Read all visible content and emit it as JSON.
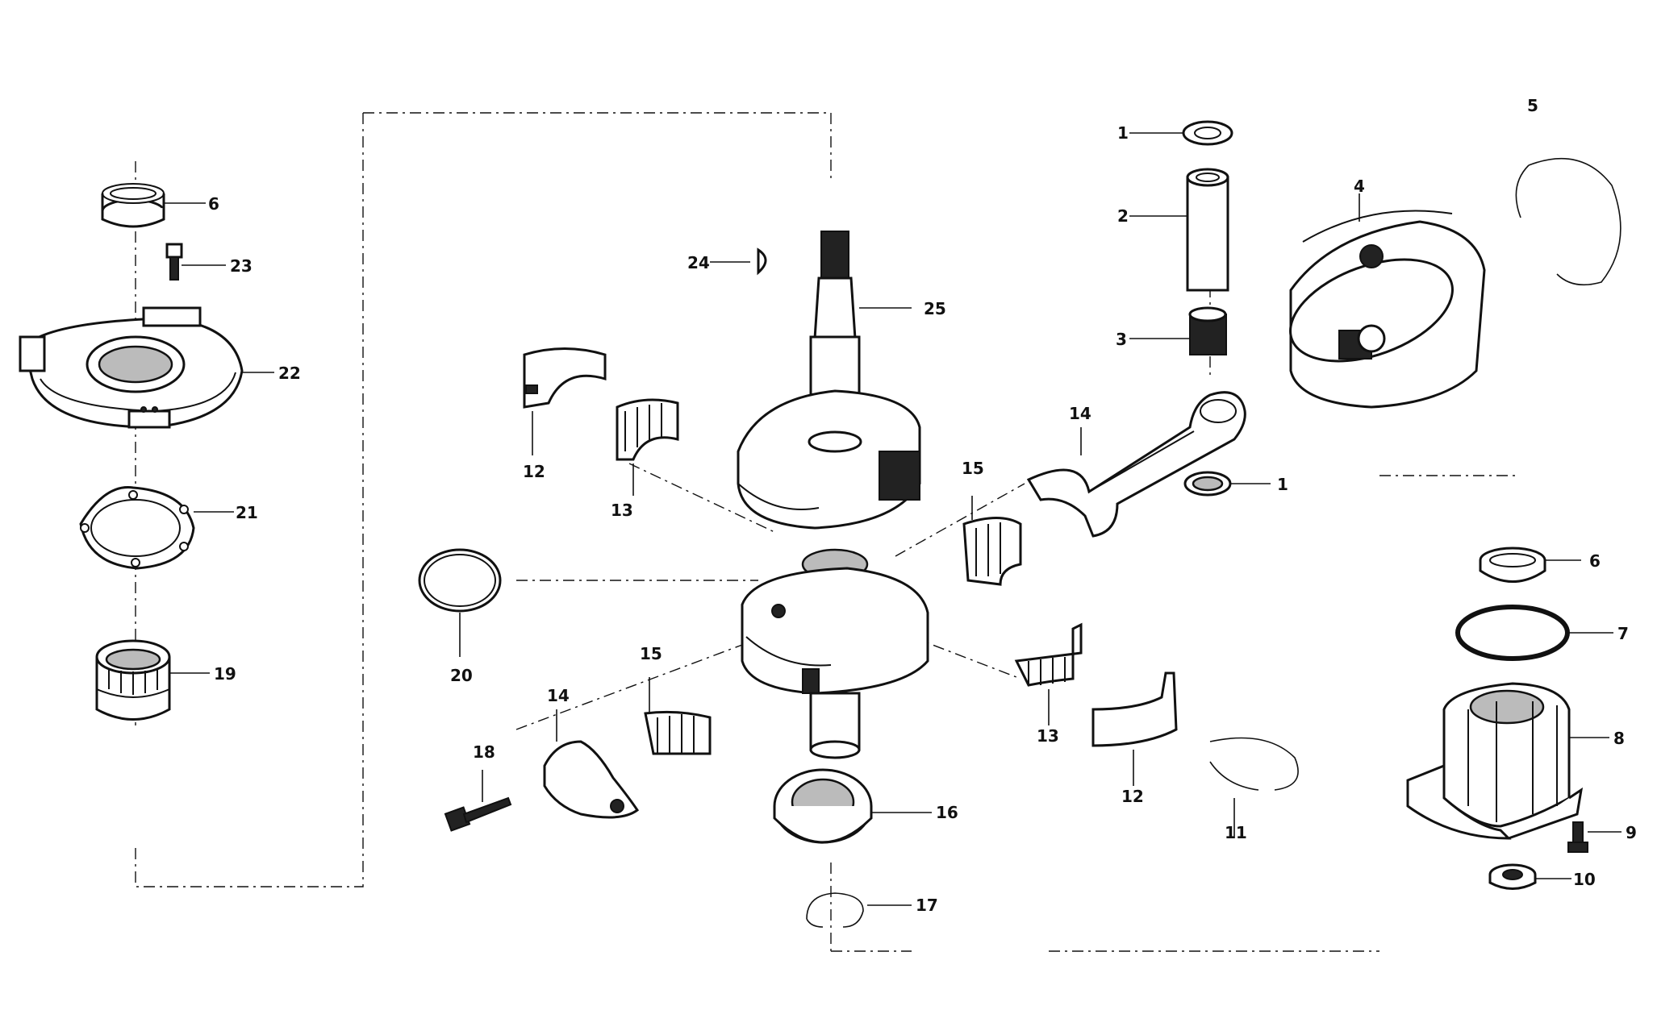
{
  "callouts": {
    "c1a": "1",
    "c1b": "1",
    "c2": "2",
    "c3": "3",
    "c4": "4",
    "c5": "5",
    "c6a": "6",
    "c6b": "6",
    "c7": "7",
    "c8": "8",
    "c9": "9",
    "c10": "10",
    "c11": "11",
    "c12a": "12",
    "c12b": "12",
    "c13a": "13",
    "c13b": "13",
    "c14a": "14",
    "c14b": "14",
    "c15a": "15",
    "c15b": "15",
    "c16": "16",
    "c17": "17",
    "c18": "18",
    "c19": "19",
    "c20": "20",
    "c21": "21",
    "c22": "22",
    "c23": "23",
    "c24": "24",
    "c25": "25"
  }
}
